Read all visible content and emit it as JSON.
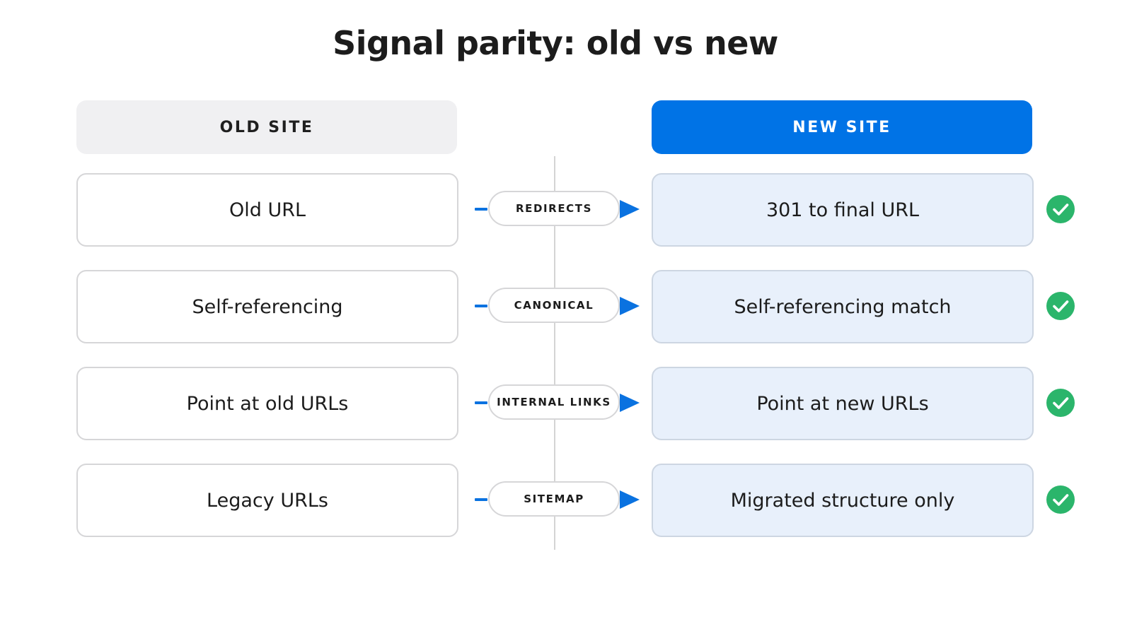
{
  "title": "Signal parity: old vs new",
  "headers": {
    "old": "OLD SITE",
    "new": "NEW SITE"
  },
  "colors": {
    "accent": "#0073e6",
    "check": "#2bb56b",
    "old_header_bg": "#f0f0f2",
    "new_box_bg": "#e8f0fb"
  },
  "rows": [
    {
      "old": "Old URL",
      "signal": "REDIRECTS",
      "new": "301 to final URL",
      "status": "check-icon"
    },
    {
      "old": "Self-referencing",
      "signal": "CANONICAL",
      "new": "Self-referencing match",
      "status": "check-icon"
    },
    {
      "old": "Point at old URLs",
      "signal": "INTERNAL LINKS",
      "new": "Point at new URLs",
      "status": "check-icon"
    },
    {
      "old": "Legacy URLs",
      "signal": "SITEMAP",
      "new": "Migrated structure only",
      "status": "check-icon"
    }
  ]
}
